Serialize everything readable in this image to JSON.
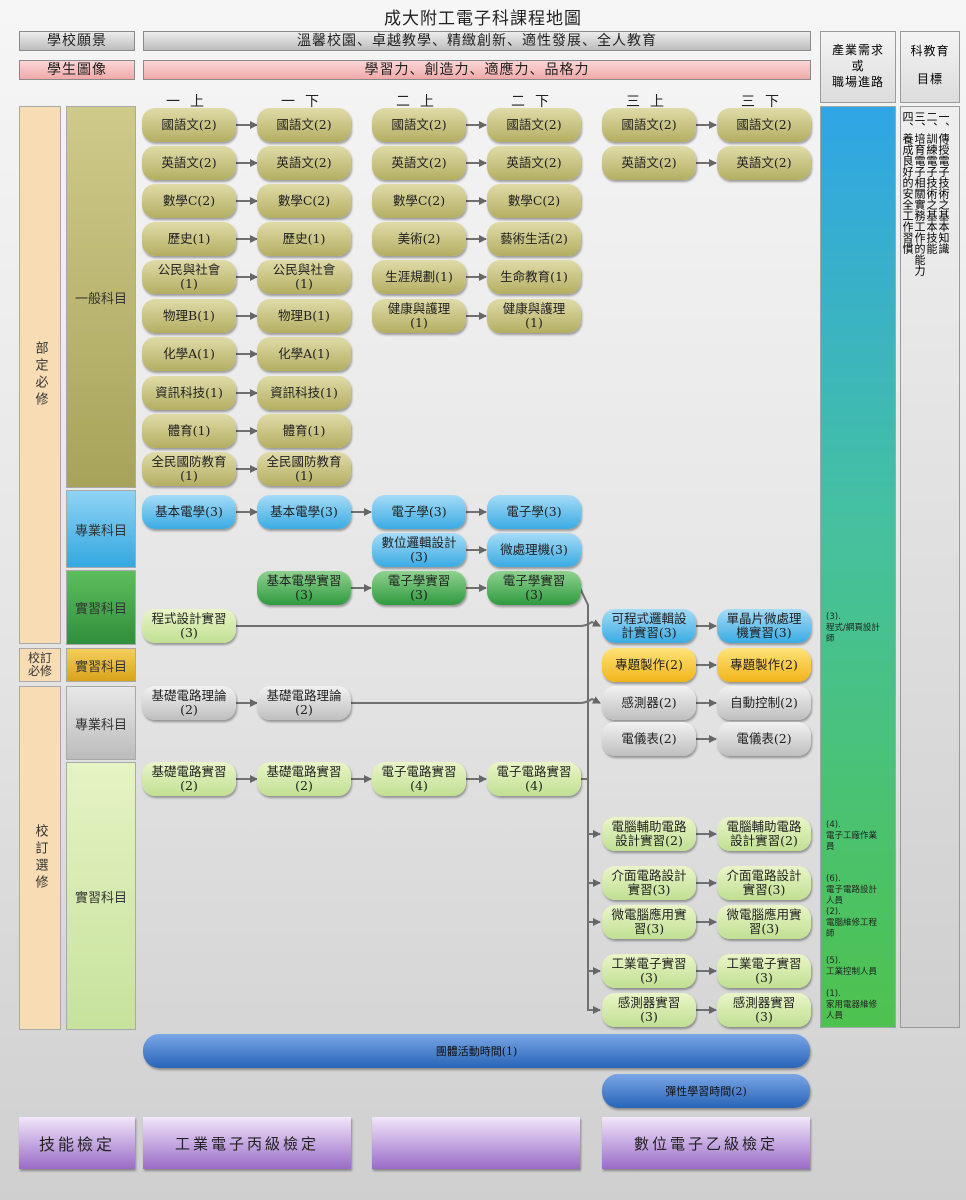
{
  "title": "成大附工電子科課程地圖",
  "vision": {
    "label": "學校願景",
    "text": "溫馨校園、卓越教學、精緻創新、適性發展、全人教育"
  },
  "image": {
    "label": "學生圖像",
    "text": "學習力、創造力、適應力、品格力"
  },
  "industry_header": "產業需求\n或\n職場進路",
  "goal_header": "科教育\n\n目標",
  "goals_text": "一、傳授電子技術之基本知識\n二、訓練電子技術之基本技能\n三、培育電子相關實務工作的能力\n四、養成良好的安全工作習慣",
  "semesters": [
    "一上",
    "一下",
    "二上",
    "二下",
    "三上",
    "三下"
  ],
  "categories": {
    "required_dept": "部定必修",
    "required_school": "校訂必修",
    "elective_school": "校訂選修",
    "general": "一般科目",
    "professional1": "專業科目",
    "practice1": "實習科目",
    "practice2": "實習科目",
    "professional2": "專業科目",
    "practice3": "實習科目"
  },
  "courses": {
    "c1": "國語文(2)",
    "c2": "國語文(2)",
    "c3": "國語文(2)",
    "c4": "國語文(2)",
    "c5": "國語文(2)",
    "c6": "國語文(2)",
    "e1": "英語文(2)",
    "e2": "英語文(2)",
    "e3": "英語文(2)",
    "e4": "英語文(2)",
    "e5": "英語文(2)",
    "e6": "英語文(2)",
    "m1": "數學C(2)",
    "m2": "數學C(2)",
    "m3": "數學C(2)",
    "m4": "數學C(2)",
    "h1": "歷史(1)",
    "h2": "歷史(1)",
    "a3": "美術(2)",
    "a4": "藝術生活(2)",
    "s1": "公民與社會\n(1)",
    "s2": "公民與社會\n(1)",
    "p3": "生涯規劃(1)",
    "p4": "生命教育(1)",
    "ph1": "物理B(1)",
    "ph2": "物理B(1)",
    "hc3": "健康與護理\n(1)",
    "hc4": "健康與護理\n(1)",
    "ch1": "化學A(1)",
    "ch2": "化學A(1)",
    "it1": "資訊科技(1)",
    "it2": "資訊科技(1)",
    "pe1": "體育(1)",
    "pe2": "體育(1)",
    "nd1": "全民國防教育\n(1)",
    "nd2": "全民國防教育\n(1)",
    "be1": "基本電學(3)",
    "be2": "基本電學(3)",
    "el3": "電子學(3)",
    "el4": "電子學(3)",
    "dl3": "數位邏輯設計\n(3)",
    "mp4": "微處理機(3)",
    "bep2": "基本電學實習\n(3)",
    "elp3": "電子學實習\n(3)",
    "elp4": "電子學實習\n(3)",
    "prg1": "程式設計實習\n(3)",
    "plc5": "可程式邏輯設\n計實習(3)",
    "mcu6": "單晶片微處理\n機實習(3)",
    "prj5": "專題製作(2)",
    "prj6": "專題製作(2)",
    "bct1": "基礎電路理論\n(2)",
    "bct2": "基礎電路理論\n(2)",
    "sen5": "感測器(2)",
    "ac6": "自動控制(2)",
    "ins5": "電儀表(2)",
    "ins6": "電儀表(2)",
    "bcp1": "基礎電路實習\n(2)",
    "bcp2": "基礎電路實習\n(2)",
    "ecp3": "電子電路實習\n(4)",
    "ecp4": "電子電路實習\n(4)",
    "cad5": "電腦輔助電路\n設計實習(2)",
    "cad6": "電腦輔助電路\n設計實習(2)",
    "ifc5": "介面電路設計\n實習(3)",
    "ifc6": "介面電路設計\n實習(3)",
    "mcp5": "微電腦應用實\n習(3)",
    "mcp6": "微電腦應用實\n習(3)",
    "ie5": "工業電子實習\n(3)",
    "ie6": "工業電子實習\n(3)",
    "sp5": "感測器實習\n(3)",
    "sp6": "感測器實習\n(3)"
  },
  "careers": {
    "n1": "(3).\n程式/網頁設計\n師",
    "n2": "(4).\n電子工廠作業\n員",
    "n3": "(6).\n電子電路設計\n人員\n(2).\n電腦維修工程\n師",
    "n4": "(5).\n工業控制人員\n\n(1).\n家用電器維修\n人員"
  },
  "group_activity": "團體活動時間(1)",
  "flex_time": "彈性學習時間(2)",
  "cert": {
    "label": "技能檢定",
    "c1": "工業電子丙級檢定",
    "c2": "",
    "c3": "數位電子乙級檢定"
  }
}
